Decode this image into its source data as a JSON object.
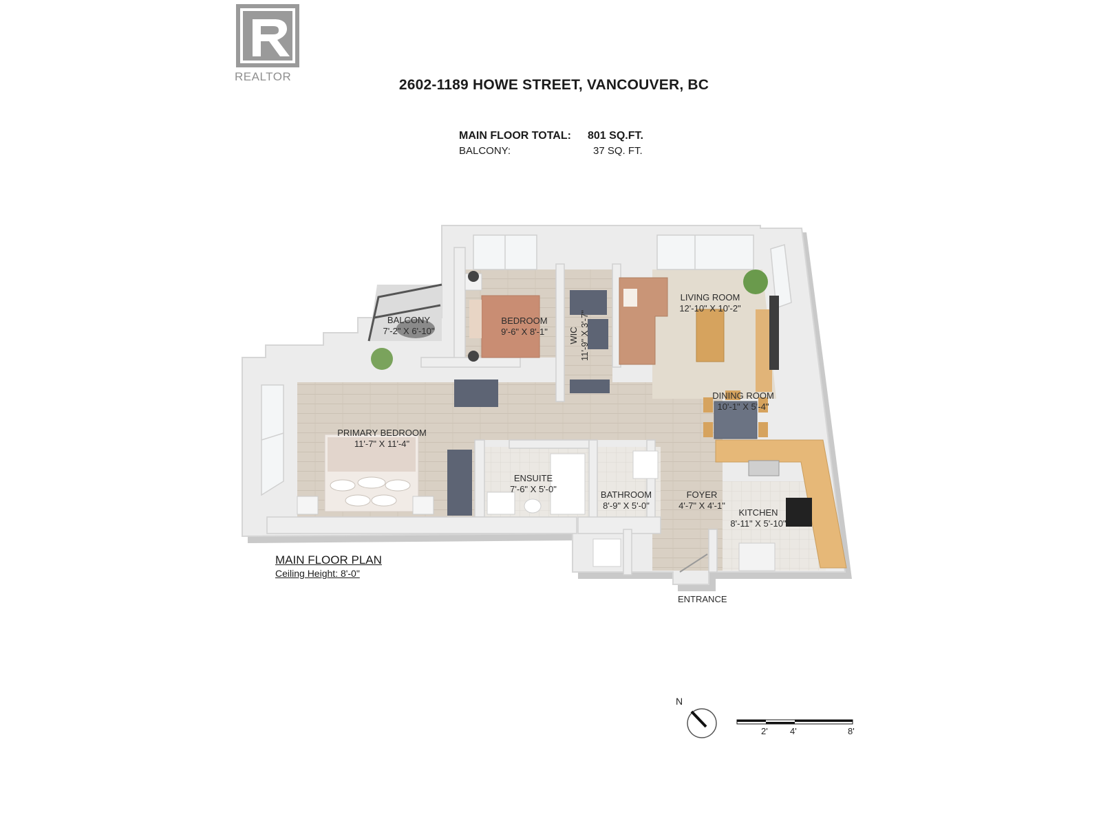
{
  "header": {
    "logo_text": "REALTOR",
    "address": "2602-1189 HOWE STREET, VANCOUVER, BC"
  },
  "areas": {
    "main_floor_label": "MAIN FLOOR TOTAL:",
    "main_floor_value": "801 SQ.FT.",
    "balcony_label": "BALCONY:",
    "balcony_value": "37 SQ. FT."
  },
  "rooms": {
    "balcony": {
      "name": "BALCONY",
      "dims": "7'-2\" X 6'-10\""
    },
    "bedroom": {
      "name": "BEDROOM",
      "dims": "9'-6\" X 8'-1\""
    },
    "wic": {
      "name": "WIC",
      "dims": "11'-9\" X 3'-7\""
    },
    "living_room": {
      "name": "LIVING ROOM",
      "dims": "12'-10\" X 10'-2\""
    },
    "dining_room": {
      "name": "DINING ROOM",
      "dims": "10'-1\" X 5'-4\""
    },
    "primary_bedroom": {
      "name": "PRIMARY BEDROOM",
      "dims": "11'-7\" X 11'-4\""
    },
    "ensuite": {
      "name": "ENSUITE",
      "dims": "7'-6\" X 5'-0\""
    },
    "bathroom": {
      "name": "BATHROOM",
      "dims": "8'-9\" X 5'-0\""
    },
    "foyer": {
      "name": "FOYER",
      "dims": "4'-7\" X 4'-1\""
    },
    "kitchen": {
      "name": "KITCHEN",
      "dims": "8'-11\" X 5'-10\""
    }
  },
  "plan": {
    "title": "MAIN FLOOR PLAN",
    "ceiling": "Ceiling Height: 8'-0\"",
    "entrance": "ENTRANCE"
  },
  "compass": {
    "north_label": "N"
  },
  "scale": {
    "ticks": [
      "2'",
      "4'",
      "8'"
    ]
  },
  "colors": {
    "wall": "#e9e9e9",
    "wall_shadow": "#c9c9c9",
    "floor_wood": "#d8cfc3",
    "floor_light": "#e7e1d8",
    "bed_cover": "#c98d73",
    "sofa": "#c99577",
    "counter": "#e6b878"
  }
}
